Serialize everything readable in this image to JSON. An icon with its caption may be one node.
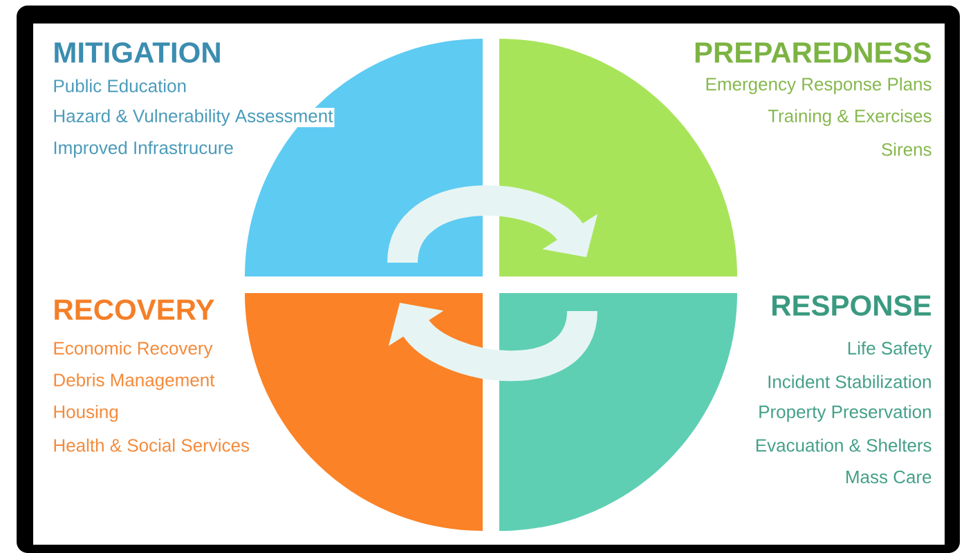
{
  "diagram": {
    "nodes": [
      {
        "text": [
          "MITIGATION",
          "Public Education",
          "Hazard & Vulnerability Assessment",
          "Improved Infrastrucure"
        ]
      },
      {
        "text": [
          "PREPAREDNESS",
          "Emergency Response Plans",
          "Training & Exercises",
          "Sirens"
        ]
      },
      {
        "text": [
          "RECOVERY",
          "Economic Recovery",
          "Debris Management",
          "Housing",
          "Health & Social Services"
        ]
      },
      {
        "text": [
          "RESPONSE",
          "Life Safety",
          "Incident Stabilization",
          "Property Preservation",
          "Evacuation & Shelters",
          "Mass Care"
        ]
      }
    ],
    "edges": [
      {
        "from": 0,
        "to": 1,
        "arrow": "to"
      },
      {
        "from": 3,
        "to": 2,
        "arrow": "to"
      }
    ]
  }
}
